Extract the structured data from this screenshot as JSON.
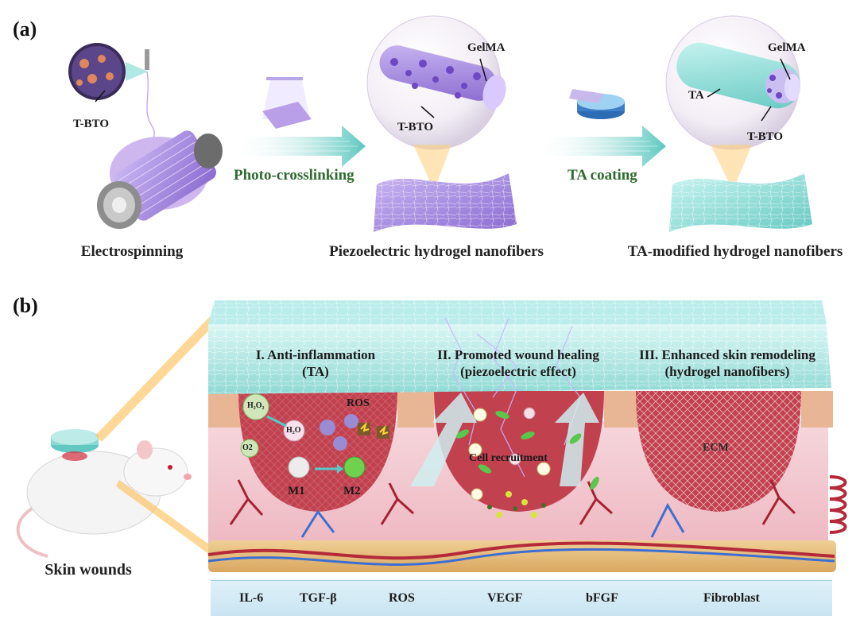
{
  "panel_a": {
    "label": "(a)",
    "electrospinning": {
      "caption": "Electrospinning",
      "callout": "T-BTO"
    },
    "arrow1": "Photo-crosslinking",
    "piezo": {
      "caption": "Piezoelectric hydrogel nanofibers",
      "callout_top": "GelMA",
      "callout_bottom": "T-BTO"
    },
    "arrow2": "TA coating",
    "ta_mod": {
      "caption": "TA-modified hydrogel nanofibers",
      "callout_top": "GelMA",
      "callout_left": "TA",
      "callout_bottom": "T-BTO"
    }
  },
  "panel_b": {
    "label": "(b)",
    "skin_wounds": "Skin wounds",
    "zones": [
      {
        "line1": "I. Anti-inflammation",
        "line2": "(TA)"
      },
      {
        "line1": "II. Promoted wound healing",
        "line2": "(piezoelectric effect)"
      },
      {
        "line1": "III. Enhanced skin remodeling",
        "line2": "(hydrogel nanofibers)"
      }
    ],
    "zone1_labels": {
      "h2o2": "H₂O₂",
      "h2o": "H₂O",
      "o2": "O2",
      "ros": "ROS",
      "m1": "M1",
      "m2": "M2"
    },
    "zone2_label": "Cell recruitment",
    "zone3_label": "ECM"
  },
  "legend": [
    {
      "name": "IL-6",
      "icon": "dark-green-dot-icon"
    },
    {
      "name": "TGF-β",
      "icon": "yellow-dot-icon"
    },
    {
      "name": "ROS",
      "icon": "purple-gear-icon"
    },
    {
      "name": "VEGF",
      "icon": "pink-ring-icon"
    },
    {
      "name": "bFGF",
      "icon": "green-ring-icon"
    },
    {
      "name": "Fibroblast",
      "icon": "fibroblast-cell-icon"
    }
  ],
  "colors": {
    "purple_fiber": "#9b7fd9",
    "teal_fiber": "#8fe0dc",
    "wound_red": "#c2414f",
    "skin_pink": "#f2c4cc",
    "arrow_green": "#2e6b2e"
  }
}
